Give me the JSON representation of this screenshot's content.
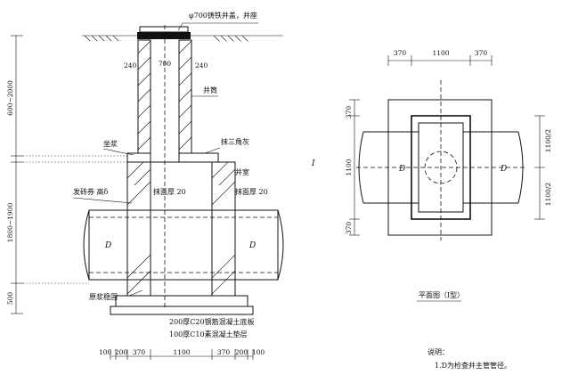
{
  "section": {
    "cover_label": "φ700铸铁井盖，井座",
    "dim_700": "700",
    "dim_240_left": "240",
    "dim_240_right": "240",
    "shaft_label": "井筒",
    "mortar_label": "坐浆",
    "triangle_label": "抹三角灰",
    "chamber_label": "井室",
    "arch_label": "发砖券 高δ",
    "plaster_left": "抹面厚 20",
    "plaster_right": "抹面厚 20",
    "pipe_d_left": "D",
    "pipe_d_right": "D",
    "base_fix_label": "原浆稳固",
    "slab_label": "200厚C20钢筋混凝土底板",
    "cushion_label": "100厚C10素混凝土垫层",
    "v_dim_top": "600~2000",
    "v_dim_mid": "1800~1900",
    "v_dim_bot": "500",
    "bottom_dims": [
      "100",
      "200",
      "370",
      "1100",
      "370",
      "200",
      "100"
    ]
  },
  "plan": {
    "top_dims": [
      "370",
      "1100",
      "370"
    ],
    "left_dims": [
      "370",
      "1100",
      "370"
    ],
    "right_dims": [
      "1100/2",
      "1100/2"
    ],
    "pipe_d_left": "D",
    "pipe_d_right": "D",
    "section_mark": "I",
    "caption": "平面图（Ⅰ型）"
  },
  "notes": {
    "title": "说明：",
    "items": [
      "1.D为检查井主管管径。"
    ]
  }
}
